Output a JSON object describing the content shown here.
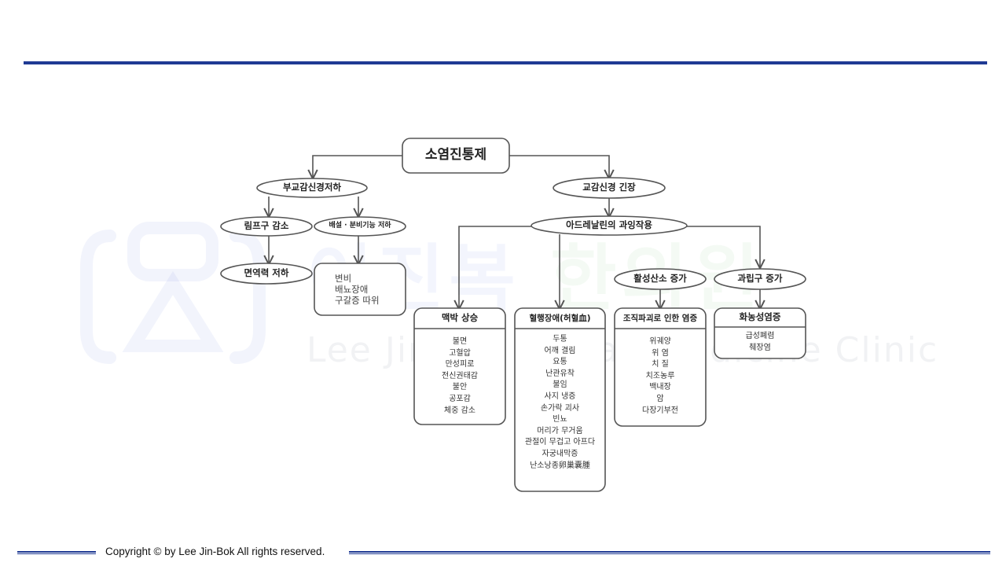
{
  "root": "소염진통제",
  "branches": {
    "parasympathetic": "부교감신경저하",
    "sympathetic": "교감신경 긴장",
    "adrenaline": "아드레날린의 과잉작용",
    "lymph": "림프구 감소",
    "excretion": "배설 · 분비기능 저하",
    "immunity": "면역력 저하",
    "active_oxygen": "활성산소 증가",
    "granulocyte": "과립구 증가"
  },
  "boxes": {
    "constipation": {
      "items": [
        "변비",
        "배뇨장애",
        "구갈증 따위"
      ]
    },
    "pulse": {
      "title": "맥박 상승",
      "items": [
        "불면",
        "고혈압",
        "만성피로",
        "전신권태감",
        "불안",
        "공포감",
        "체중 감소"
      ]
    },
    "circulation": {
      "title": "혈행장애(허혈血)",
      "items": [
        "두통",
        "어깨 결림",
        "요통",
        "난관유착",
        "불임",
        "사지 냉증",
        "손가락 괴사",
        "빈뇨",
        "머리가 무거움",
        "관절이 무겁고 아프다",
        "자궁내막증",
        "난소낭종卵巢囊腫"
      ]
    },
    "tissue": {
      "title": "조직파괴로 인한 염증",
      "items": [
        "위궤양",
        "위 염",
        "치 질",
        "치조농루",
        "백내장",
        "암",
        "다장기부전"
      ]
    },
    "purulent": {
      "title": "화농성염증",
      "items": [
        "급성폐렴",
        "췌장염"
      ]
    }
  },
  "watermark": {
    "title_a": "이진복",
    "title_b": "한의원",
    "subtitle": "Lee JinBok Korean Medicine Clinic"
  },
  "footer": {
    "copyright": "Copyright © by Lee Jin-Bok  All rights reserved."
  },
  "colors": {
    "rule": "#1f3a93",
    "stroke": "#555555"
  }
}
